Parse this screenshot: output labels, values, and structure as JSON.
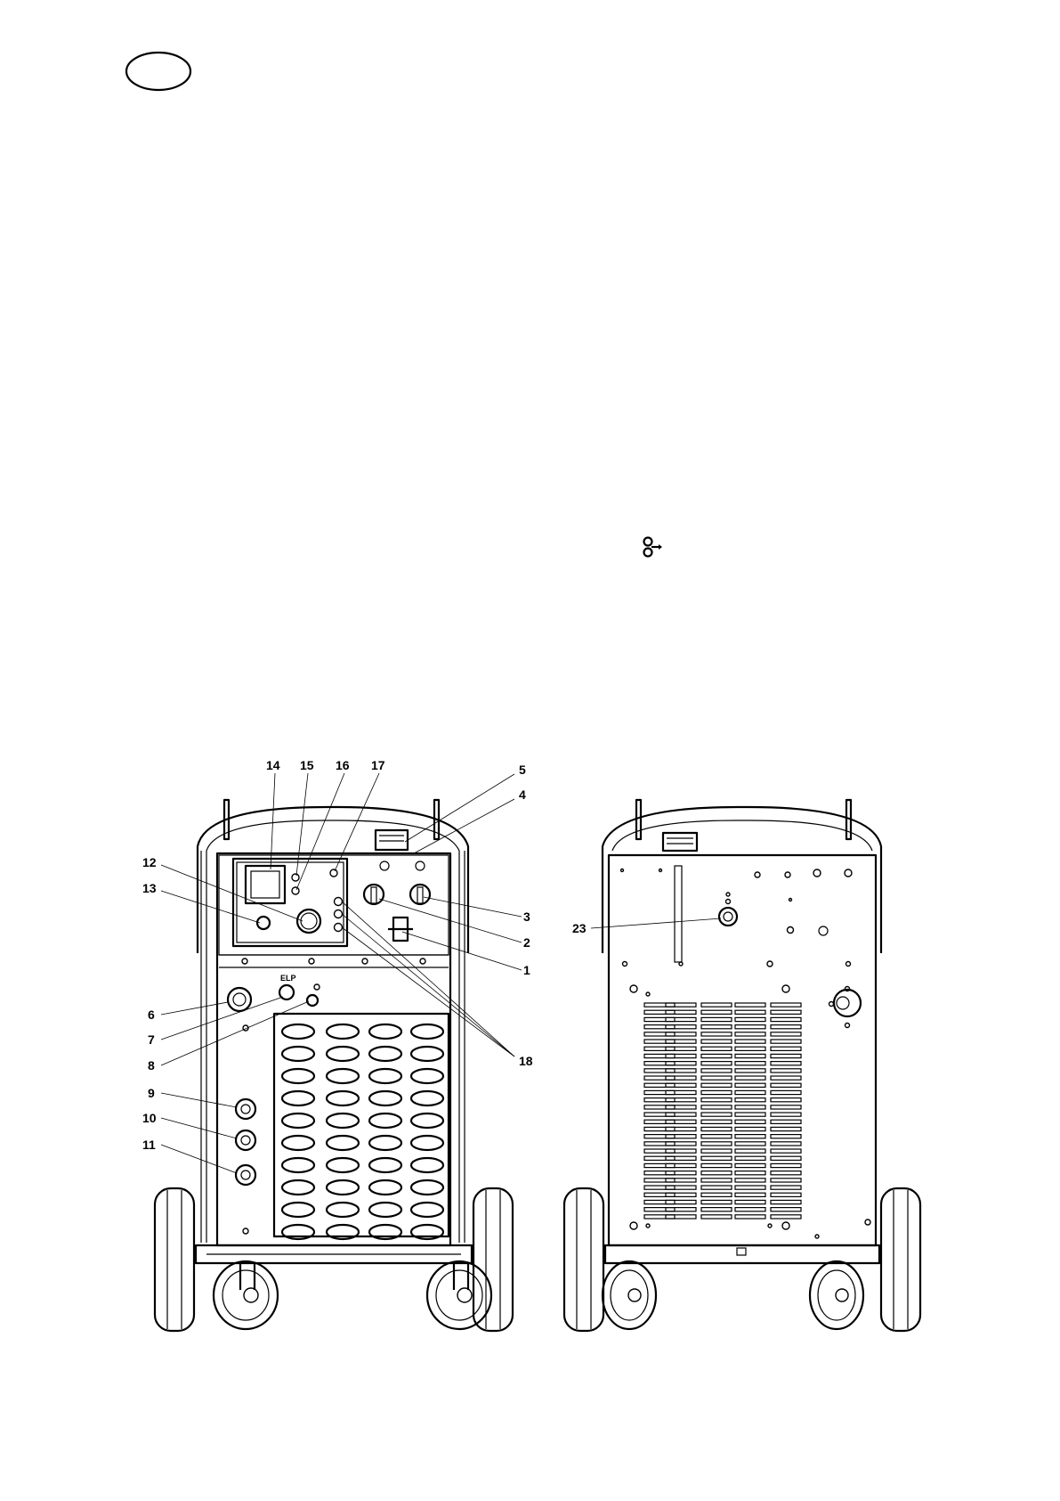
{
  "front_view": {
    "connector_label": "ELP",
    "callouts": [
      {
        "id": "c14",
        "text": "14"
      },
      {
        "id": "c15",
        "text": "15"
      },
      {
        "id": "c16",
        "text": "16"
      },
      {
        "id": "c17",
        "text": "17"
      },
      {
        "id": "c5",
        "text": "5"
      },
      {
        "id": "c4",
        "text": "4"
      },
      {
        "id": "c12",
        "text": "12"
      },
      {
        "id": "c13",
        "text": "13"
      },
      {
        "id": "c3",
        "text": "3"
      },
      {
        "id": "c2",
        "text": "2"
      },
      {
        "id": "c1",
        "text": "1"
      },
      {
        "id": "c6",
        "text": "6"
      },
      {
        "id": "c7",
        "text": "7"
      },
      {
        "id": "c8",
        "text": "8"
      },
      {
        "id": "c18",
        "text": "18"
      },
      {
        "id": "c9",
        "text": "9"
      },
      {
        "id": "c10",
        "text": "10"
      },
      {
        "id": "c11",
        "text": "11"
      }
    ]
  },
  "rear_view": {
    "callouts": [
      {
        "id": "c23",
        "text": "23"
      }
    ]
  },
  "symbols": {
    "language_marker": "oval-outline-icon",
    "cooling_symbol": "coolant-flow-icon"
  }
}
